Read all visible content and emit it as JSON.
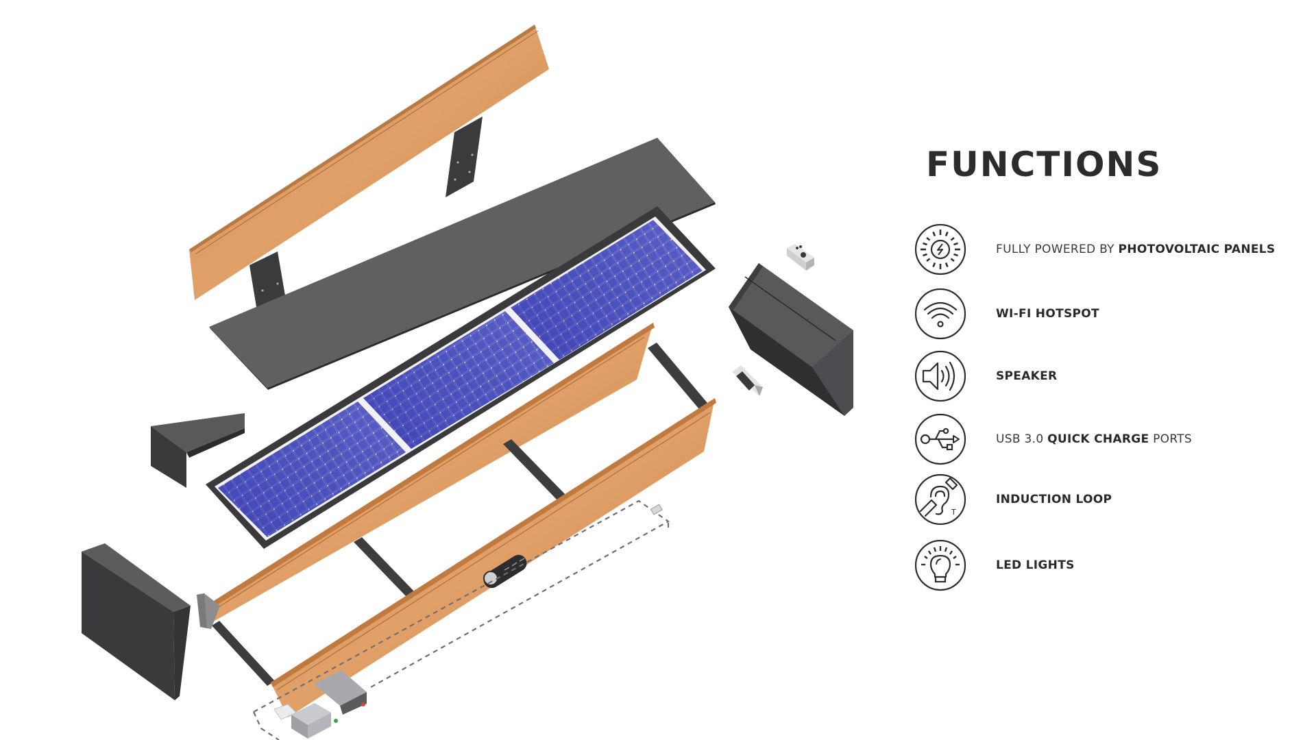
{
  "title": "FUNCTIONS",
  "features": [
    {
      "icon": "solar-power-icon",
      "pre": "FULLY POWERED BY ",
      "bold": "PHOTOVOLTAIC PANELS",
      "post": ""
    },
    {
      "icon": "wifi-icon",
      "pre": "",
      "bold": "WI-FI HOTSPOT",
      "post": ""
    },
    {
      "icon": "speaker-icon",
      "pre": "",
      "bold": "SPEAKER",
      "post": ""
    },
    {
      "icon": "usb-icon",
      "pre": "USB 3.0 ",
      "bold": "QUICK CHARGE",
      "post": " PORTS"
    },
    {
      "icon": "hearing-loop-icon",
      "pre": "",
      "bold": "INDUCTION LOOP",
      "post": ""
    },
    {
      "icon": "light-bulb-icon",
      "pre": "",
      "bold": "LED LIGHTS",
      "post": ""
    }
  ],
  "diagram": {
    "description": "Exploded view of a smart solar bench",
    "components": [
      "backrest",
      "seat-cover-sheet",
      "solar-panel-array",
      "seat-frame",
      "end-block-left",
      "end-block-right",
      "electronics-module",
      "usb-charge-plate",
      "control-box",
      "cable-path"
    ],
    "solar_panels_count": 3,
    "colors": {
      "wood": "#d9955a",
      "wood_dark": "#b8733c",
      "metal_dark": "#3a3a3c",
      "sheet": "#5e5f61",
      "solar": "#4a4fb8",
      "text": "#2e2b2c"
    }
  }
}
